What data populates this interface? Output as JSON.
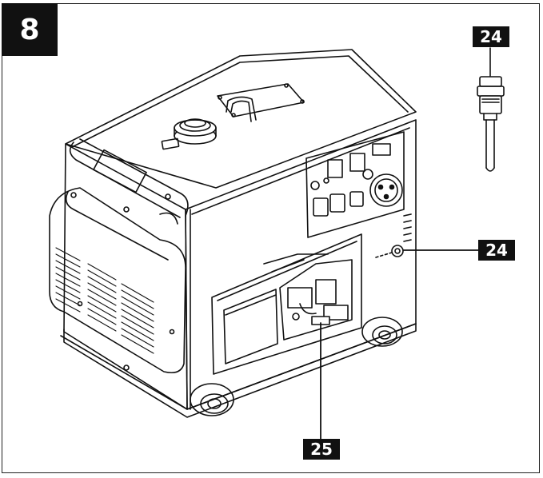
{
  "figure": {
    "number": "8",
    "callouts": {
      "plug_detail_label": "24",
      "plug_label": "24",
      "drain_label": "25"
    },
    "colors": {
      "ink": "#111111",
      "paper": "#ffffff"
    },
    "illustration_subject": "generator-line-drawing"
  }
}
